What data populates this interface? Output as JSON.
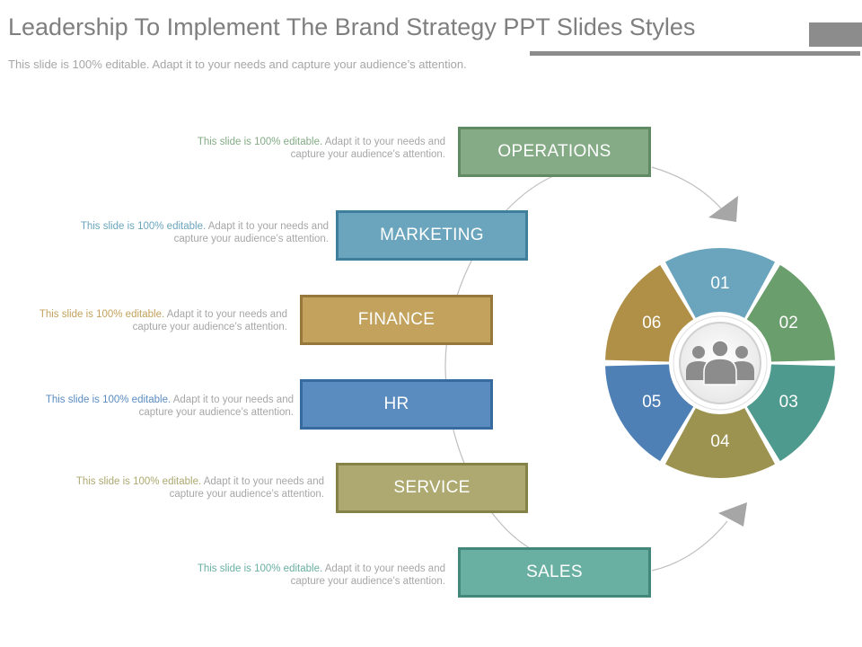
{
  "header": {
    "title": "Leadership To Implement The Brand Strategy PPT Slides Styles",
    "subtitle": "This slide is 100% editable. Adapt it to your needs and capture your audience’s attention."
  },
  "items": [
    {
      "label": "OPERATIONS",
      "desc_highlight": "This slide is 100% editable.",
      "desc_line1_rest": " Adapt it to your needs and",
      "desc_line2": "capture your audience’s attention.",
      "color": "#84ab85",
      "border": "#5f8a63"
    },
    {
      "label": "MARKETING",
      "desc_highlight": "This slide is 100% editable.",
      "desc_line1_rest": " Adapt it to your needs and",
      "desc_line2": "capture your audience’s attention.",
      "color": "#6aa5bd",
      "border": "#3f7f9b"
    },
    {
      "label": "FINANCE",
      "desc_highlight": "This slide is 100% editable.",
      "desc_line1_rest": " Adapt it to your needs and",
      "desc_line2": "capture your audience’s attention.",
      "color": "#c2a25c",
      "border": "#97783c"
    },
    {
      "label": "HR",
      "desc_highlight": "This slide is 100% editable.",
      "desc_line1_rest": " Adapt it to your needs and",
      "desc_line2": "capture your audience’s attention.",
      "color": "#5b8cc0",
      "border": "#376a9e"
    },
    {
      "label": "SERVICE",
      "desc_highlight": "This slide is 100% editable.",
      "desc_line1_rest": " Adapt it to your needs and",
      "desc_line2": "capture your audience’s attention.",
      "color": "#ada970",
      "border": "#858247"
    },
    {
      "label": "SALES",
      "desc_highlight": "This slide is 100% editable.",
      "desc_line1_rest": " Adapt it to your needs and",
      "desc_line2": "capture your audience’s attention.",
      "color": "#69afa2",
      "border": "#43877b"
    }
  ],
  "cycle": {
    "segments": [
      {
        "number": "01",
        "color": "#6aa5bd"
      },
      {
        "number": "02",
        "color": "#6b9e6d"
      },
      {
        "number": "03",
        "color": "#4f9a8e"
      },
      {
        "number": "04",
        "color": "#9c9350"
      },
      {
        "number": "05",
        "color": "#4e7fb5"
      },
      {
        "number": "06",
        "color": "#b08f47"
      }
    ],
    "center_icon": "group-people-icon",
    "icon_color": "#8c8c8c"
  },
  "colors": {
    "title": "#7f7f7f",
    "connector": "#bfbfbf",
    "arrow": "#a6a6a6"
  }
}
